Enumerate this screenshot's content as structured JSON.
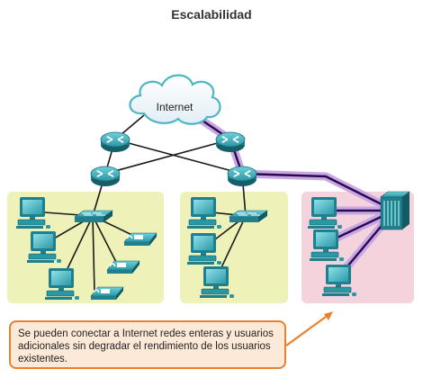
{
  "title": "Escalabilidad",
  "cloud_label": "Internet",
  "caption": "Se pueden conectar a Internet redes enteras y usuarios adicionales sin degradar el rendimiento de los usuarios existentes.",
  "colors": {
    "lan_bg": "#eef2b8",
    "new_lan_bg": "#f4d3dc",
    "highlight": "#c9a6e6",
    "link": "#1a1a1a",
    "device_teal": "#2c9aa8",
    "caption_border": "#e8802c",
    "caption_bg": "#fde9d8"
  },
  "icons": [
    "cloud-icon",
    "router-icon",
    "switch-icon",
    "pc-icon",
    "ip-phone-icon",
    "server-icon",
    "arrow-icon"
  ]
}
